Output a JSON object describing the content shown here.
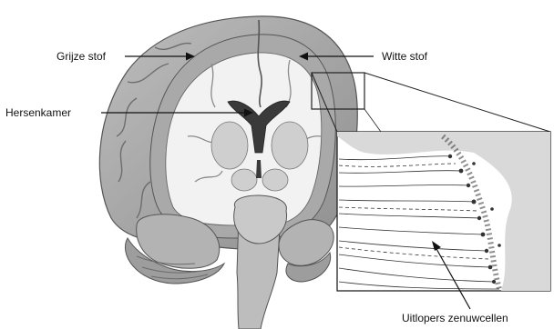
{
  "labels": {
    "grey_matter": "Grijze stof",
    "white_matter": "Witte stof",
    "ventricle": "Hersenkamer",
    "nerve_extensions": "Uitlopers zenuwcellen"
  },
  "colors": {
    "grey_matter": "#a9a9a9",
    "white_matter": "#f2f2f2",
    "ventricle": "#3a3a3a",
    "outline": "#555555",
    "text": "#111111"
  }
}
